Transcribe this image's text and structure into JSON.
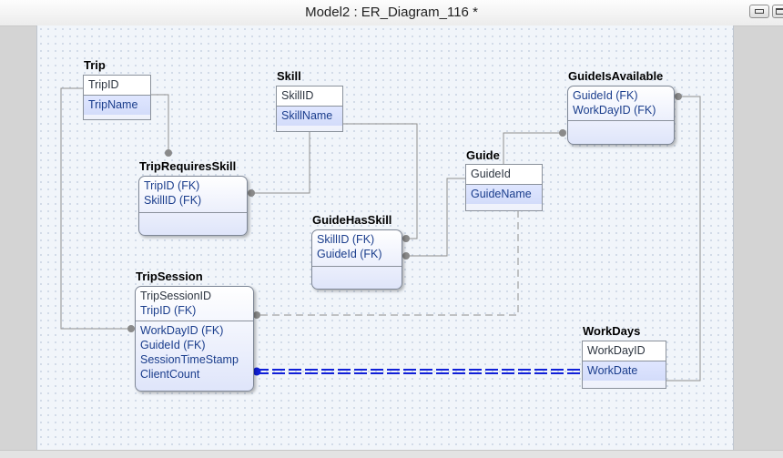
{
  "window": {
    "title": "Model2 : ER_Diagram_116 *"
  },
  "entities": {
    "trip": {
      "name": "Trip",
      "keys": [
        "TripID"
      ],
      "attributes": [
        "TripName"
      ]
    },
    "skill": {
      "name": "Skill",
      "keys": [
        "SkillID"
      ],
      "attributes": [
        "SkillName"
      ]
    },
    "guide_is_available": {
      "name": "GuideIsAvailable",
      "keys": [
        "GuideId (FK)",
        "WorkDayID (FK)"
      ],
      "attributes": []
    },
    "trip_requires_skill": {
      "name": "TripRequiresSkill",
      "keys": [
        "TripID (FK)",
        "SkillID (FK)"
      ],
      "attributes": []
    },
    "guide": {
      "name": "Guide",
      "keys": [
        "GuideId"
      ],
      "attributes": [
        "GuideName"
      ]
    },
    "guide_has_skill": {
      "name": "GuideHasSkill",
      "keys": [
        "SkillID (FK)",
        "GuideId (FK)"
      ],
      "attributes": []
    },
    "trip_session": {
      "name": "TripSession",
      "keys": [
        "TripSessionID",
        "TripID (FK)"
      ],
      "attributes": [
        "WorkDayID (FK)",
        "GuideId (FK)",
        "SessionTimeStamp",
        "ClientCount"
      ]
    },
    "work_days": {
      "name": "WorkDays",
      "keys": [
        "WorkDayID"
      ],
      "attributes": [
        "WorkDate"
      ]
    }
  },
  "colors": {
    "canvas": "#f1f5fa",
    "selected_relationship": "#1020d8",
    "relationship": "#8f8f8f",
    "key_text": "#1a3d8c"
  }
}
